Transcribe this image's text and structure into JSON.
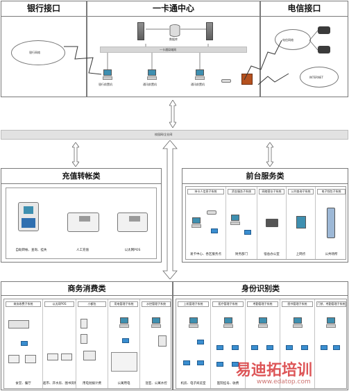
{
  "titles": {
    "bank": "银行接口",
    "center": "一卡通中心",
    "telecom": "电信接口",
    "recharge": "充值转帐类",
    "frontdesk": "前台服务类",
    "commerce": "商务消费类",
    "identity": "身份识别类"
  },
  "center": {
    "db_label": "数据库",
    "lan_bar": "一卡通局域网",
    "campus_bar": "校园网/企业网",
    "pcs": [
      "银行前置机",
      "通讯前置机",
      "通讯前置机"
    ]
  },
  "bank": {
    "cloud": "银行网络"
  },
  "telecom": {
    "cloud": "电信网络",
    "cloud2": "INTERNET"
  },
  "recharge": {
    "labels": [
      "自助转帐、查询、挂失",
      "人工充值",
      "以太网POS"
    ]
  },
  "frontdesk": {
    "headers": [
      "持卡人信息子系统",
      "资金服务子系统",
      "网络营业子系统",
      "公共查询子系统",
      "电子钱包子系统"
    ],
    "footers": [
      "发卡中心、各区服务点",
      "财务部门",
      "宿舍办公室",
      "上网点",
      "公共场所"
    ]
  },
  "commerce": {
    "headers": [
      "商务收费子系统",
      "以太网POS",
      "小额包",
      "用电管理子系统",
      "水控管理子系统"
    ],
    "footers": [
      "食堂、餐厅",
      "超市、开水房、图书资料",
      "用电划拨计费",
      "公寓用电",
      "浴室、公寓水控"
    ]
  },
  "identity": {
    "headers": [
      "上机管理子系统",
      "医疗管理子系统",
      "考勤管理子系统",
      "图书管理子系统",
      "门禁、考勤管理子系统"
    ],
    "footers": [
      "机房、电子阅览室",
      "医院挂号、收费",
      "",
      "",
      ""
    ]
  },
  "watermark": {
    "text": "易迪拓培训",
    "url": "www.edatop.com"
  }
}
